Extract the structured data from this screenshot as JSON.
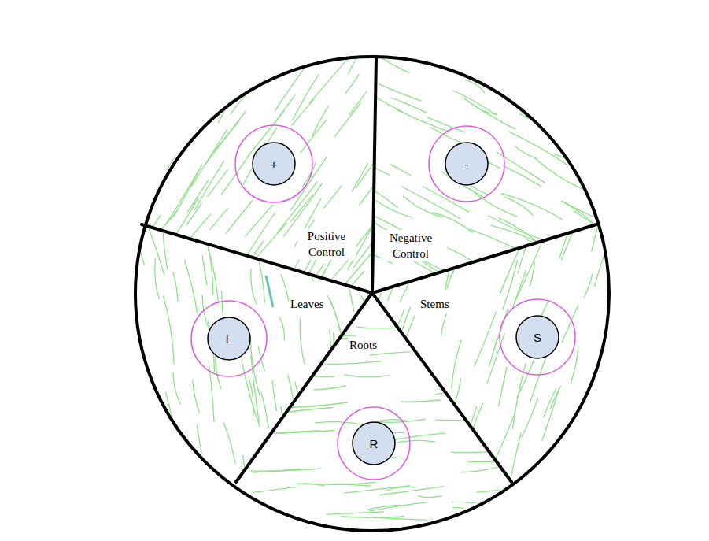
{
  "diagram": {
    "nodes": [
      {
        "text": [
          "+"
        ]
      },
      {
        "text": [
          "-"
        ]
      },
      {
        "text": [
          "L"
        ]
      },
      {
        "text": [
          "S"
        ]
      },
      {
        "text": [
          "R"
        ]
      }
    ],
    "labels": [
      "Positive Control",
      "Negative Control",
      "Leaves",
      "Stems",
      "Roots"
    ]
  }
}
